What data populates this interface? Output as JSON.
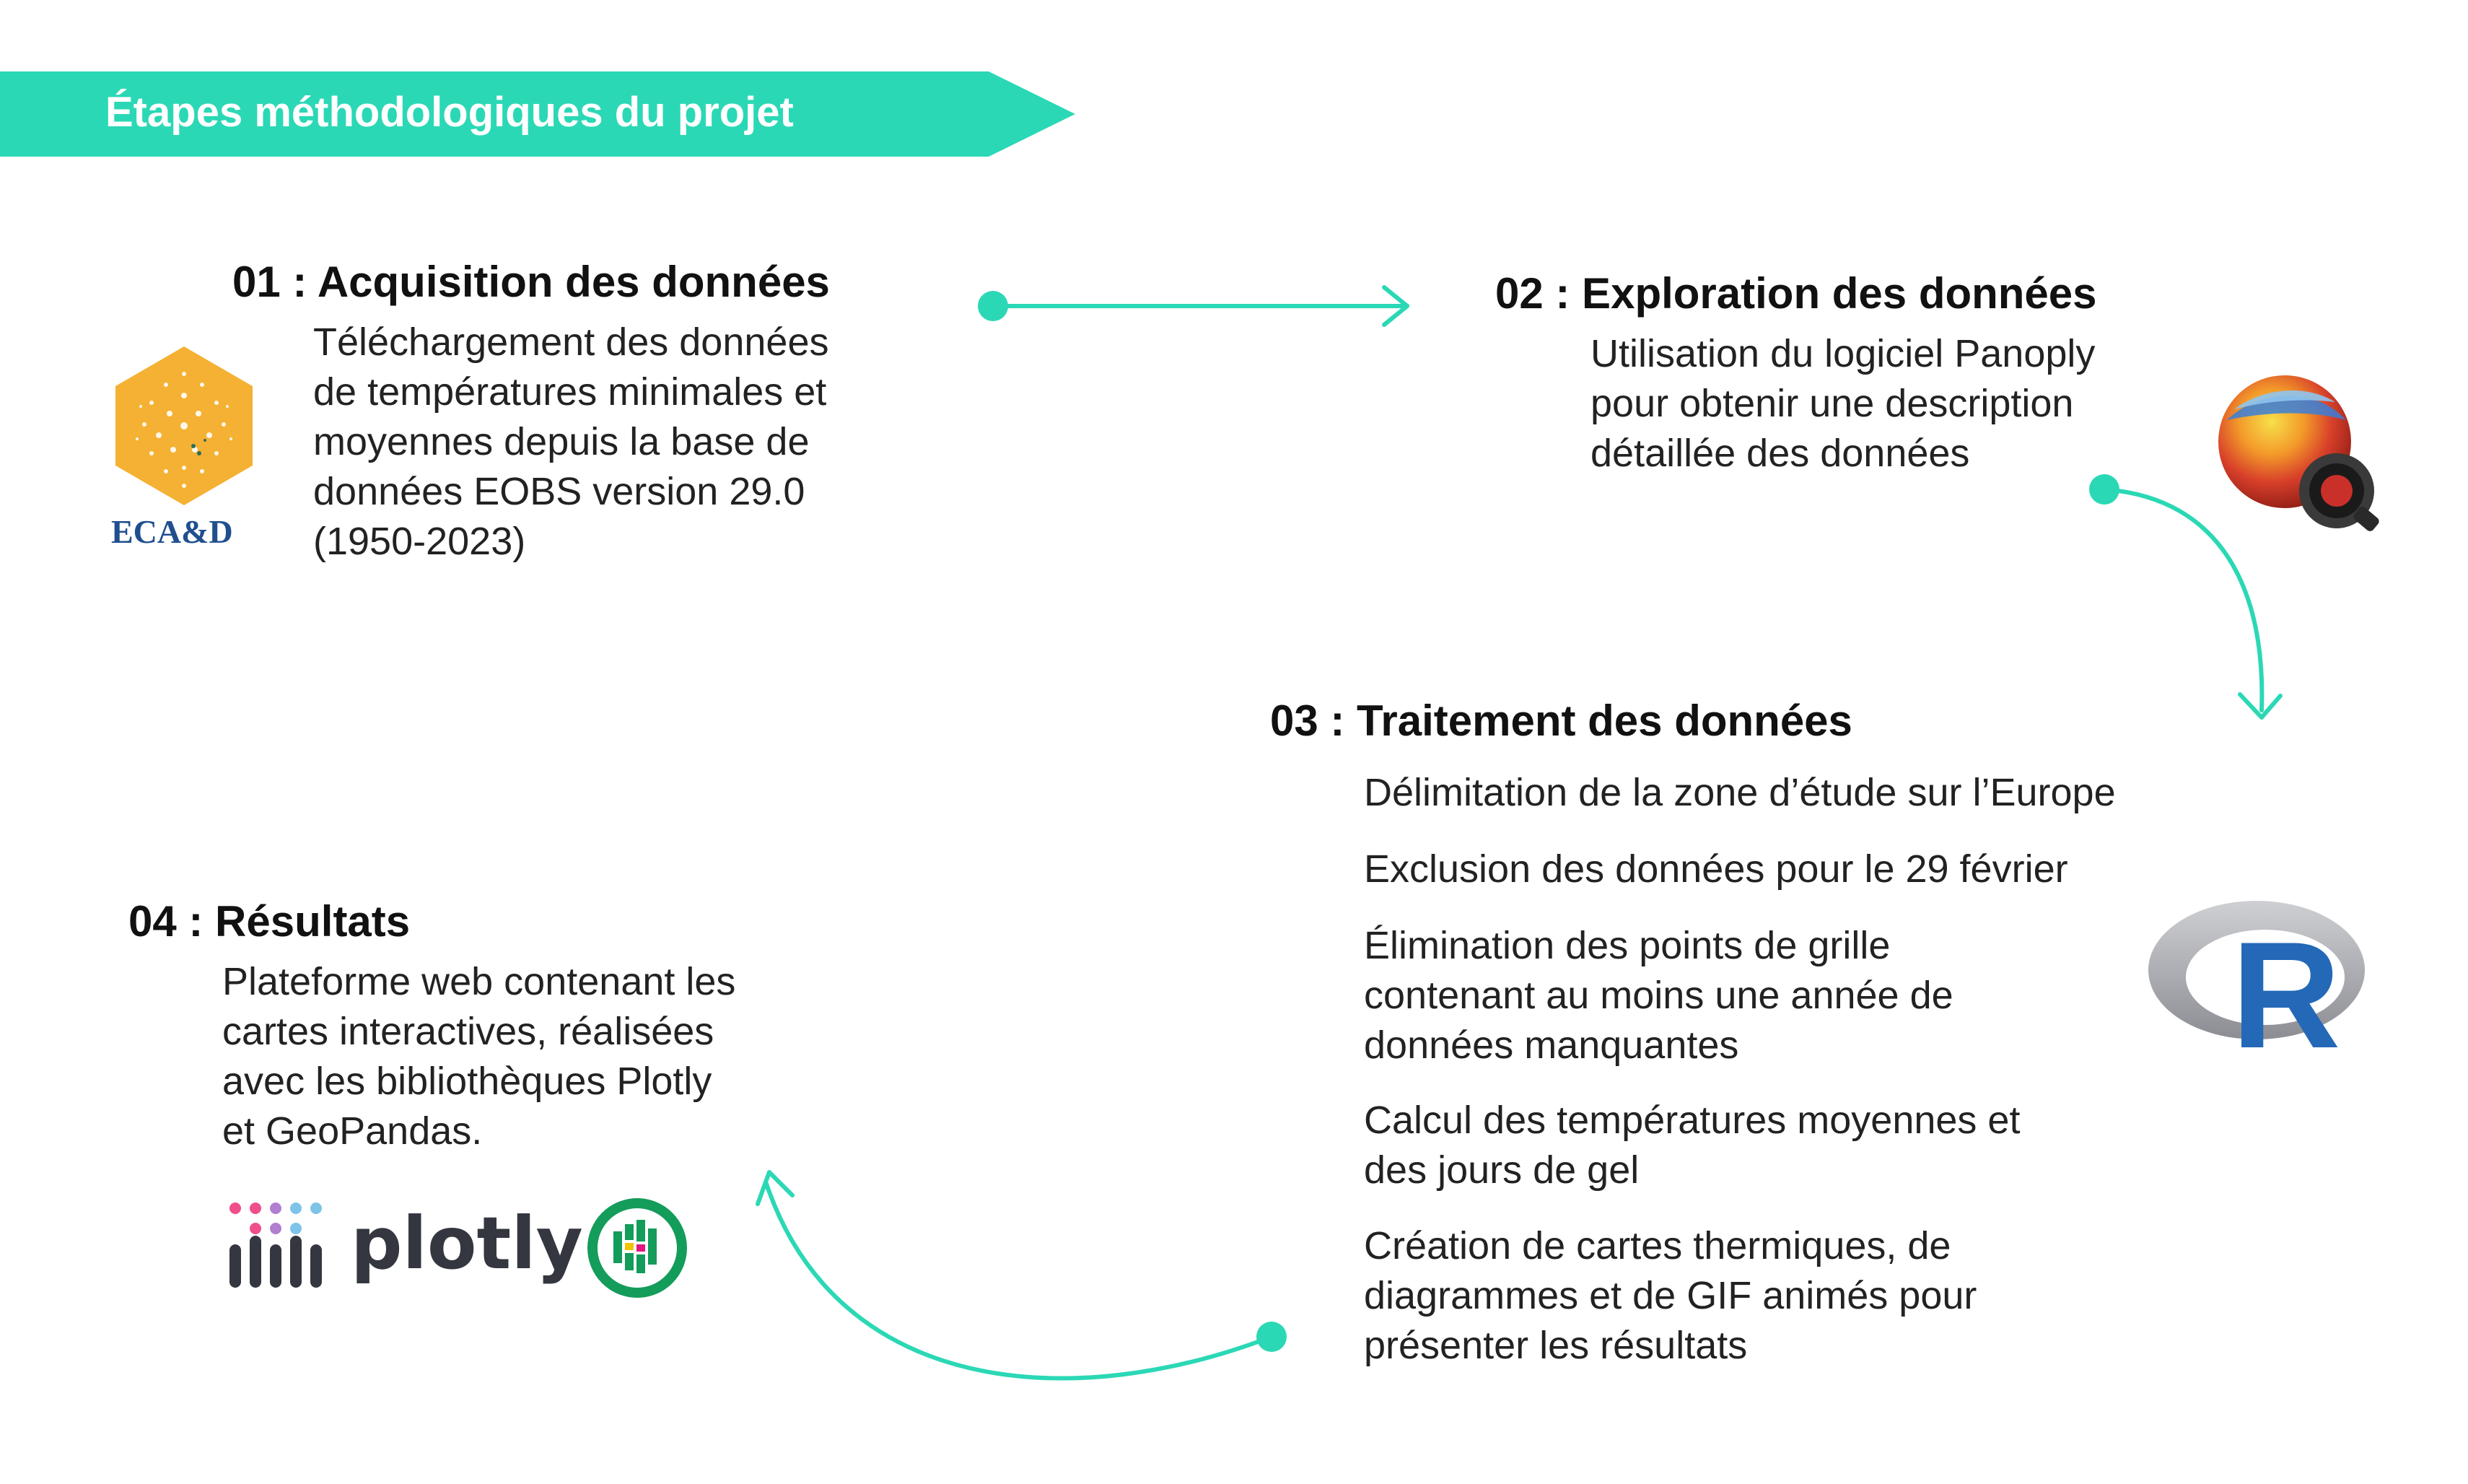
{
  "header": {
    "title": "Étapes méthodologiques du projet"
  },
  "colors": {
    "accent": "#2bd8b5",
    "text": "#1a1a1a"
  },
  "steps": [
    {
      "title": "01 : Acquisition des données",
      "lines": [
        "Téléchargement des données",
        "de températures minimales et",
        "moyennes depuis la base de",
        "données EOBS version 29.0",
        "(1950-2023)"
      ],
      "logo": {
        "icon": "ecad-logo-icon",
        "text": "ECA&D"
      }
    },
    {
      "title": "02 : Exploration des données",
      "lines": [
        "Utilisation du logiciel Panoply",
        "pour obtenir une description",
        "détaillée des données"
      ],
      "logo": {
        "icon": "panoply-logo-icon"
      }
    },
    {
      "title": "03 : Traitement des données",
      "items": [
        [
          "Délimitation de la zone d’étude sur l’Europe"
        ],
        [
          "Exclusion des données pour le 29 février"
        ],
        [
          "Élimination des points de grille",
          "contenant au moins une année de",
          "données manquantes"
        ],
        [
          "Calcul des températures moyennes et",
          "des jours de gel"
        ],
        [
          "Création de cartes thermiques, de",
          "diagrammes et de GIF animés pour",
          "présenter les résultats"
        ]
      ],
      "logo": {
        "icon": "r-logo-icon",
        "text": "R"
      }
    },
    {
      "title": "04 : Résultats",
      "lines": [
        "Plateforme web contenant les",
        "cartes interactives, réalisées",
        "avec les bibliothèques Plotly",
        "et GeoPandas."
      ],
      "logos": [
        {
          "icon": "plotly-logo-icon",
          "text": "plotly"
        },
        {
          "icon": "geopandas-logo-icon"
        }
      ]
    }
  ]
}
